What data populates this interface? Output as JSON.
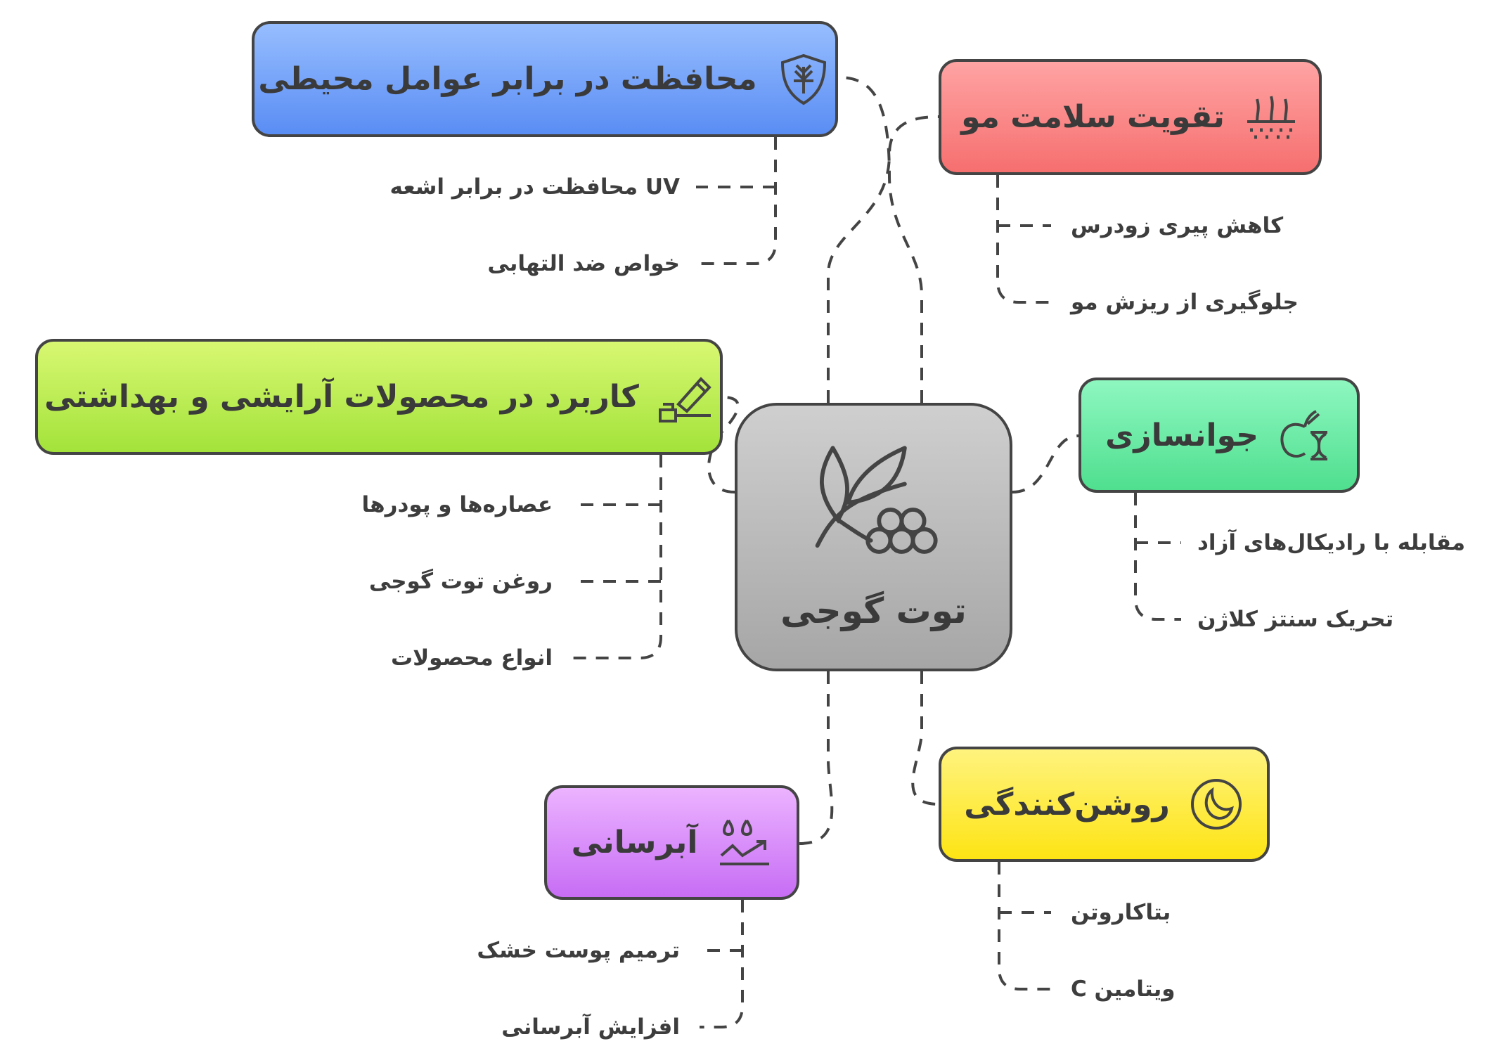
{
  "center": {
    "title": "توت گوجی",
    "icon": "goji-berry-icon",
    "color": "#b8b8b8"
  },
  "branches": [
    {
      "id": "protection",
      "title": "محافظت در برابر عوامل محیطی",
      "icon": "shield-plant-icon",
      "color": "#6f9ff8",
      "children": [
        "UV محافظت در برابر اشعه",
        "خواص ضد التهابی"
      ]
    },
    {
      "id": "hair",
      "title": "تقویت سلامت مو",
      "icon": "hair-roots-icon",
      "color": "#fa7f7f",
      "children": [
        "کاهش پیری زودرس",
        "جلوگیری از ریزش مو"
      ]
    },
    {
      "id": "cosmetics",
      "title": "کاربرد در محصولات آرایشی و بهداشتی",
      "icon": "cosmetic-brush-icon",
      "color": "#b6ea42",
      "children": [
        "عصاره‌ها و پودرها",
        "روغن توت گوجی",
        "انواع محصولات"
      ]
    },
    {
      "id": "rejuvenation",
      "title": "جوانسازی",
      "icon": "apple-dna-icon",
      "color": "#5fe69b",
      "children": [
        "مقابله با رادیکال‌های آزاد",
        "تحریک سنتز کلاژن"
      ]
    },
    {
      "id": "hydration",
      "title": "آبرسانی",
      "icon": "water-drops-chart-icon",
      "color": "#d684fa",
      "children": [
        "ترمیم پوست خشک",
        "افزایش آبرسانی"
      ]
    },
    {
      "id": "brightening",
      "title": "روشن‌کنندگی",
      "icon": "moon-circle-icon",
      "color": "#fde92e",
      "children": [
        "بتاکاروتن",
        "ویتامین C"
      ]
    }
  ]
}
